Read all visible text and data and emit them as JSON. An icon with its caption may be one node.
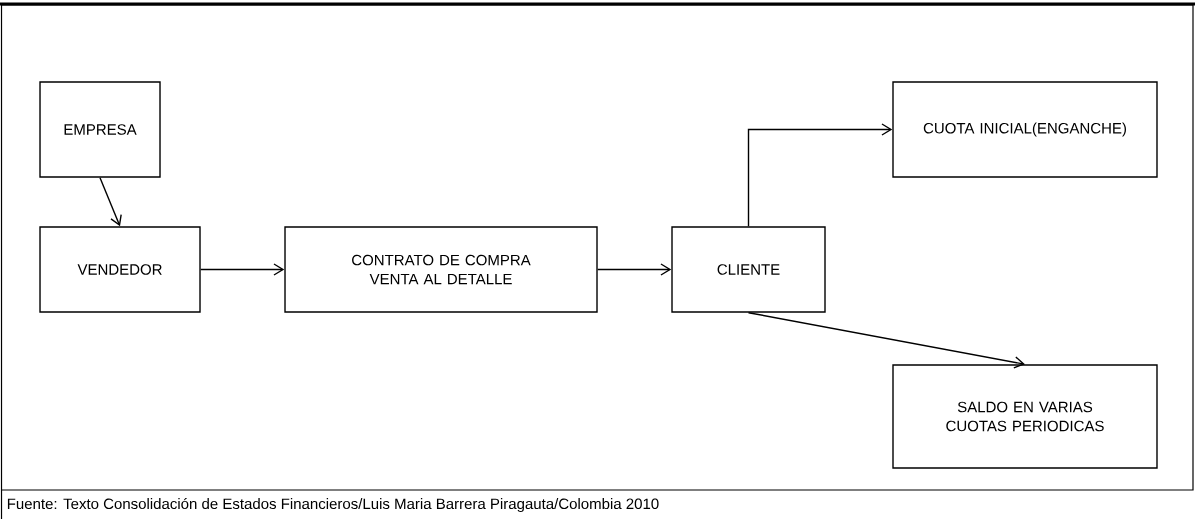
{
  "diagram": {
    "caption": "Fuente: Texto Consolidación de Estados Financieros/Luis Maria Barrera Piragauta/Colombia 2010",
    "nodes": [
      {
        "text": [
          "EMPRESA"
        ]
      },
      {
        "text": [
          "VENDEDOR"
        ]
      },
      {
        "text": [
          "CONTRATO DE COMPRA VENTA AL DETALLE"
        ]
      },
      {
        "text": [
          "CLIENTE"
        ]
      },
      {
        "text": [
          "CUOTA INICIAL(ENGANCHE)"
        ]
      },
      {
        "text": [
          "SALDO EN VARIAS CUOTAS PERIODICAS"
        ]
      }
    ],
    "edges": [
      {
        "from": 0,
        "to": 1,
        "arrow": "to"
      },
      {
        "from": 1,
        "to": 2,
        "arrow": "to"
      },
      {
        "from": 2,
        "to": 3,
        "arrow": "to"
      },
      {
        "from": 3,
        "to": 4,
        "arrow": "to"
      },
      {
        "from": 3,
        "to": 5,
        "arrow": "to"
      }
    ]
  }
}
